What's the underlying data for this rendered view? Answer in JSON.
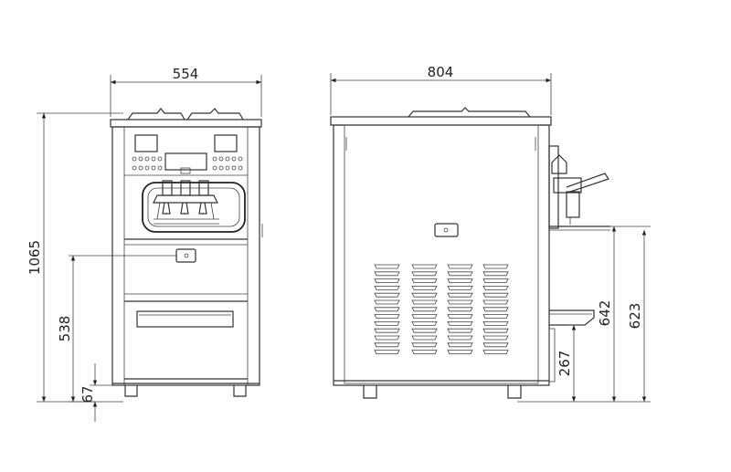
{
  "dimensions": {
    "front_width": "554",
    "side_width": "804",
    "total_height": "1065",
    "front_control_height": "538",
    "front_foot_height": "67",
    "side_tray_height": "642",
    "side_shelf_height": "623",
    "side_drip_height": "267"
  }
}
